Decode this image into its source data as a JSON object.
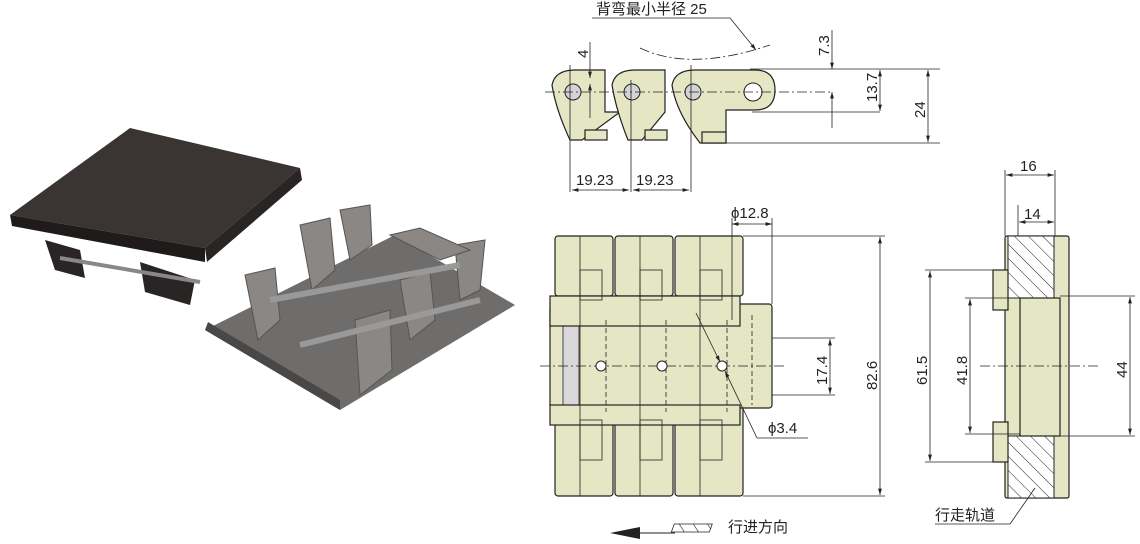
{
  "labels": {
    "min_backflex_radius": "背弯最小半径 25",
    "pitch_1": "19.23",
    "pitch_2": "19.23",
    "dim_4": "4",
    "dim_7_3": "7.3",
    "dim_13_7": "13.7",
    "dim_24": "24",
    "dia_12_8": "ϕ12.8",
    "dia_3_4": "ϕ3.4",
    "dim_17_4": "17.4",
    "dim_82_6": "82.6",
    "dim_16": "16",
    "dim_14": "14",
    "dim_61_5": "61.5",
    "dim_41_8": "41.8",
    "dim_44": "44",
    "travel_direction": "行进方向",
    "track": "行走轨道"
  },
  "colors": {
    "part_fill": "#e4e6c4",
    "photo_dark": "#3a3433",
    "photo_gray": "#6f6d6b"
  }
}
